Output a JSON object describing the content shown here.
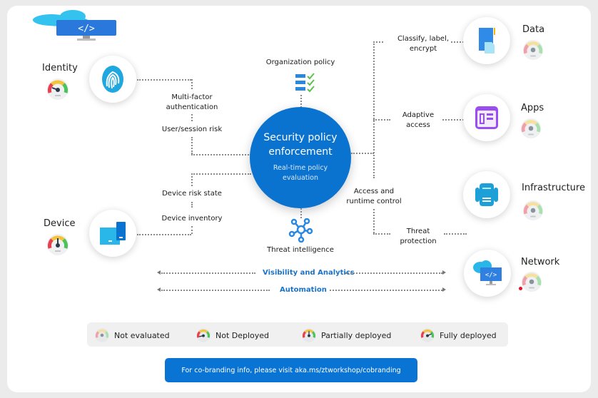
{
  "center": {
    "title": "Security policy enforcement",
    "subtitle": "Real-time policy evaluation",
    "color": "#0a72cf"
  },
  "top_node": {
    "label": "Organization policy",
    "icon": "policy-checklist-icon"
  },
  "bottom_node": {
    "label": "Threat intelligence",
    "icon": "network-hub-icon"
  },
  "left_pillars": [
    {
      "name": "Identity",
      "icon": "fingerprint-icon",
      "status": "Fully deployed"
    },
    {
      "name": "Device",
      "icon": "devices-icon",
      "status": "Partially deployed"
    }
  ],
  "right_pillars": [
    {
      "name": "Data",
      "icon": "document-icon",
      "status": "Not evaluated"
    },
    {
      "name": "Apps",
      "icon": "app-window-icon",
      "status": "Not evaluated"
    },
    {
      "name": "Infrastructure",
      "icon": "server-icon",
      "status": "Not evaluated"
    },
    {
      "name": "Network",
      "icon": "cloud-monitor-icon",
      "status": "Not evaluated"
    }
  ],
  "left_labels": {
    "mfa": "Multi-factor authentication",
    "user_risk": "User/session risk",
    "device_risk": "Device risk state",
    "device_inventory": "Device inventory"
  },
  "right_labels": {
    "classify": "Classify, label, encrypt",
    "adaptive": "Adaptive access",
    "access_runtime": "Access and runtime control",
    "threat_protection": "Threat protection"
  },
  "bottom_flows": [
    {
      "label": "Visibility and Analytics"
    },
    {
      "label": "Automation"
    }
  ],
  "legend": [
    {
      "label": "Not evaluated"
    },
    {
      "label": "Not Deployed"
    },
    {
      "label": "Partially deployed"
    },
    {
      "label": "Fully deployed"
    }
  ],
  "cobranding": "For co-branding info, please visit aka.ms/ztworkshop/cobranding",
  "colors": {
    "gauge_red": "#e8404f",
    "gauge_yellow": "#f5c33b",
    "gauge_green": "#4cc35a",
    "accent_blue": "#1a73c9"
  }
}
